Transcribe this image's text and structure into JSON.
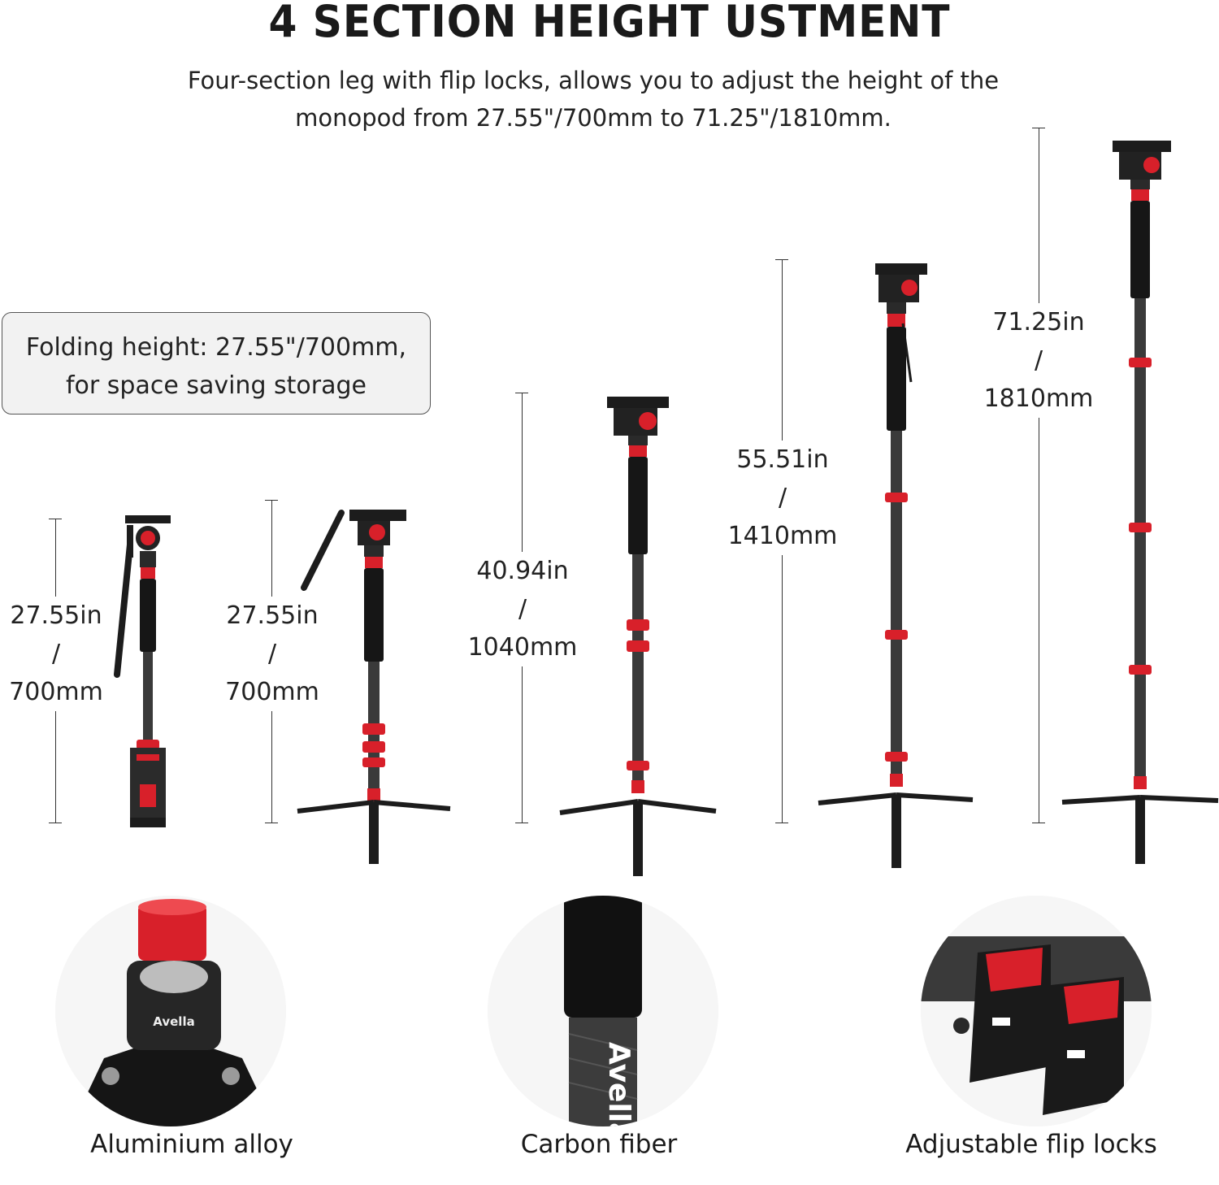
{
  "header": {
    "title": "4 SECTION HEIGHT USTMENT",
    "subtitle_line1": "Four-section leg with flip locks, allows you to adjust the height of the",
    "subtitle_line2": "monopod from 27.55\"/700mm to 71.25\"/1810mm."
  },
  "callout": {
    "line1": "Folding height: 27.55\"/700mm,",
    "line2": "for space saving storage"
  },
  "dimensions": [
    {
      "inch": "27.55in",
      "sep": "/",
      "mm": "700mm"
    },
    {
      "inch": "27.55in",
      "sep": "/",
      "mm": "700mm"
    },
    {
      "inch": "40.94in",
      "sep": "/",
      "mm": "1040mm"
    },
    {
      "inch": "55.51in",
      "sep": "/",
      "mm": "1410mm"
    },
    {
      "inch": "71.25in",
      "sep": "/",
      "mm": "1810mm"
    }
  ],
  "features": [
    {
      "caption": "Aluminium alloy",
      "icon": "aluminium-base-photo"
    },
    {
      "caption": "Carbon fiber",
      "icon": "carbon-fiber-photo",
      "logo_text": "Avella"
    },
    {
      "caption": "Adjustable flip locks",
      "icon": "flip-lock-photo"
    }
  ],
  "colors": {
    "accent_red": "#d8202a",
    "body_black": "#1c1c1c",
    "carbon": "#3a3a3a"
  }
}
